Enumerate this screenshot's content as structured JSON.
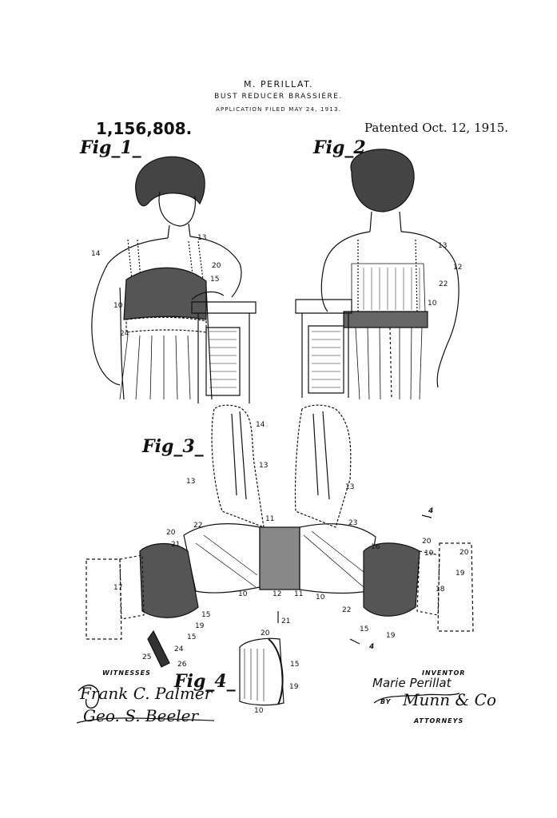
{
  "header": {
    "inventor_name": "M. PERILLAT.",
    "title": "BUST REDUCER BRASSIÈRE.",
    "application": "APPLICATION FILED MAY 24, 1913.",
    "patent_number": "1,156,808.",
    "patent_date": "Patented Oct. 12, 1915."
  },
  "figures": {
    "fig1": "Fig_1_",
    "fig2": "Fig_2_",
    "fig3": "Fig_3_",
    "fig4": "Fig_4_"
  },
  "references": {
    "fig1": [
      "14",
      "13",
      "20",
      "15",
      "10",
      "24"
    ],
    "fig2": [
      "13",
      "12",
      "22",
      "10"
    ],
    "fig3": [
      "14",
      "13",
      "13",
      "13",
      "20",
      "21",
      "22",
      "11",
      "23",
      "16",
      "20",
      "19",
      "20",
      "19",
      "17",
      "12",
      "11",
      "10",
      "10",
      "22",
      "18",
      "15",
      "19",
      "15",
      "19",
      "15",
      "24",
      "25",
      "26",
      "4",
      "4"
    ],
    "fig4": [
      "21",
      "20",
      "15",
      "19",
      "10"
    ]
  },
  "footer": {
    "witnesses_label": "WITNESSES",
    "witness1": "Frank C. Palmer",
    "witness2": "Geo. S. Beeler",
    "inventor_label": "INVENTOR",
    "inventor_signature": "Marie Perillat",
    "by_label": "BY",
    "attorney_signature": "Munn & Co",
    "attorneys_label": "ATTORNEYS"
  }
}
